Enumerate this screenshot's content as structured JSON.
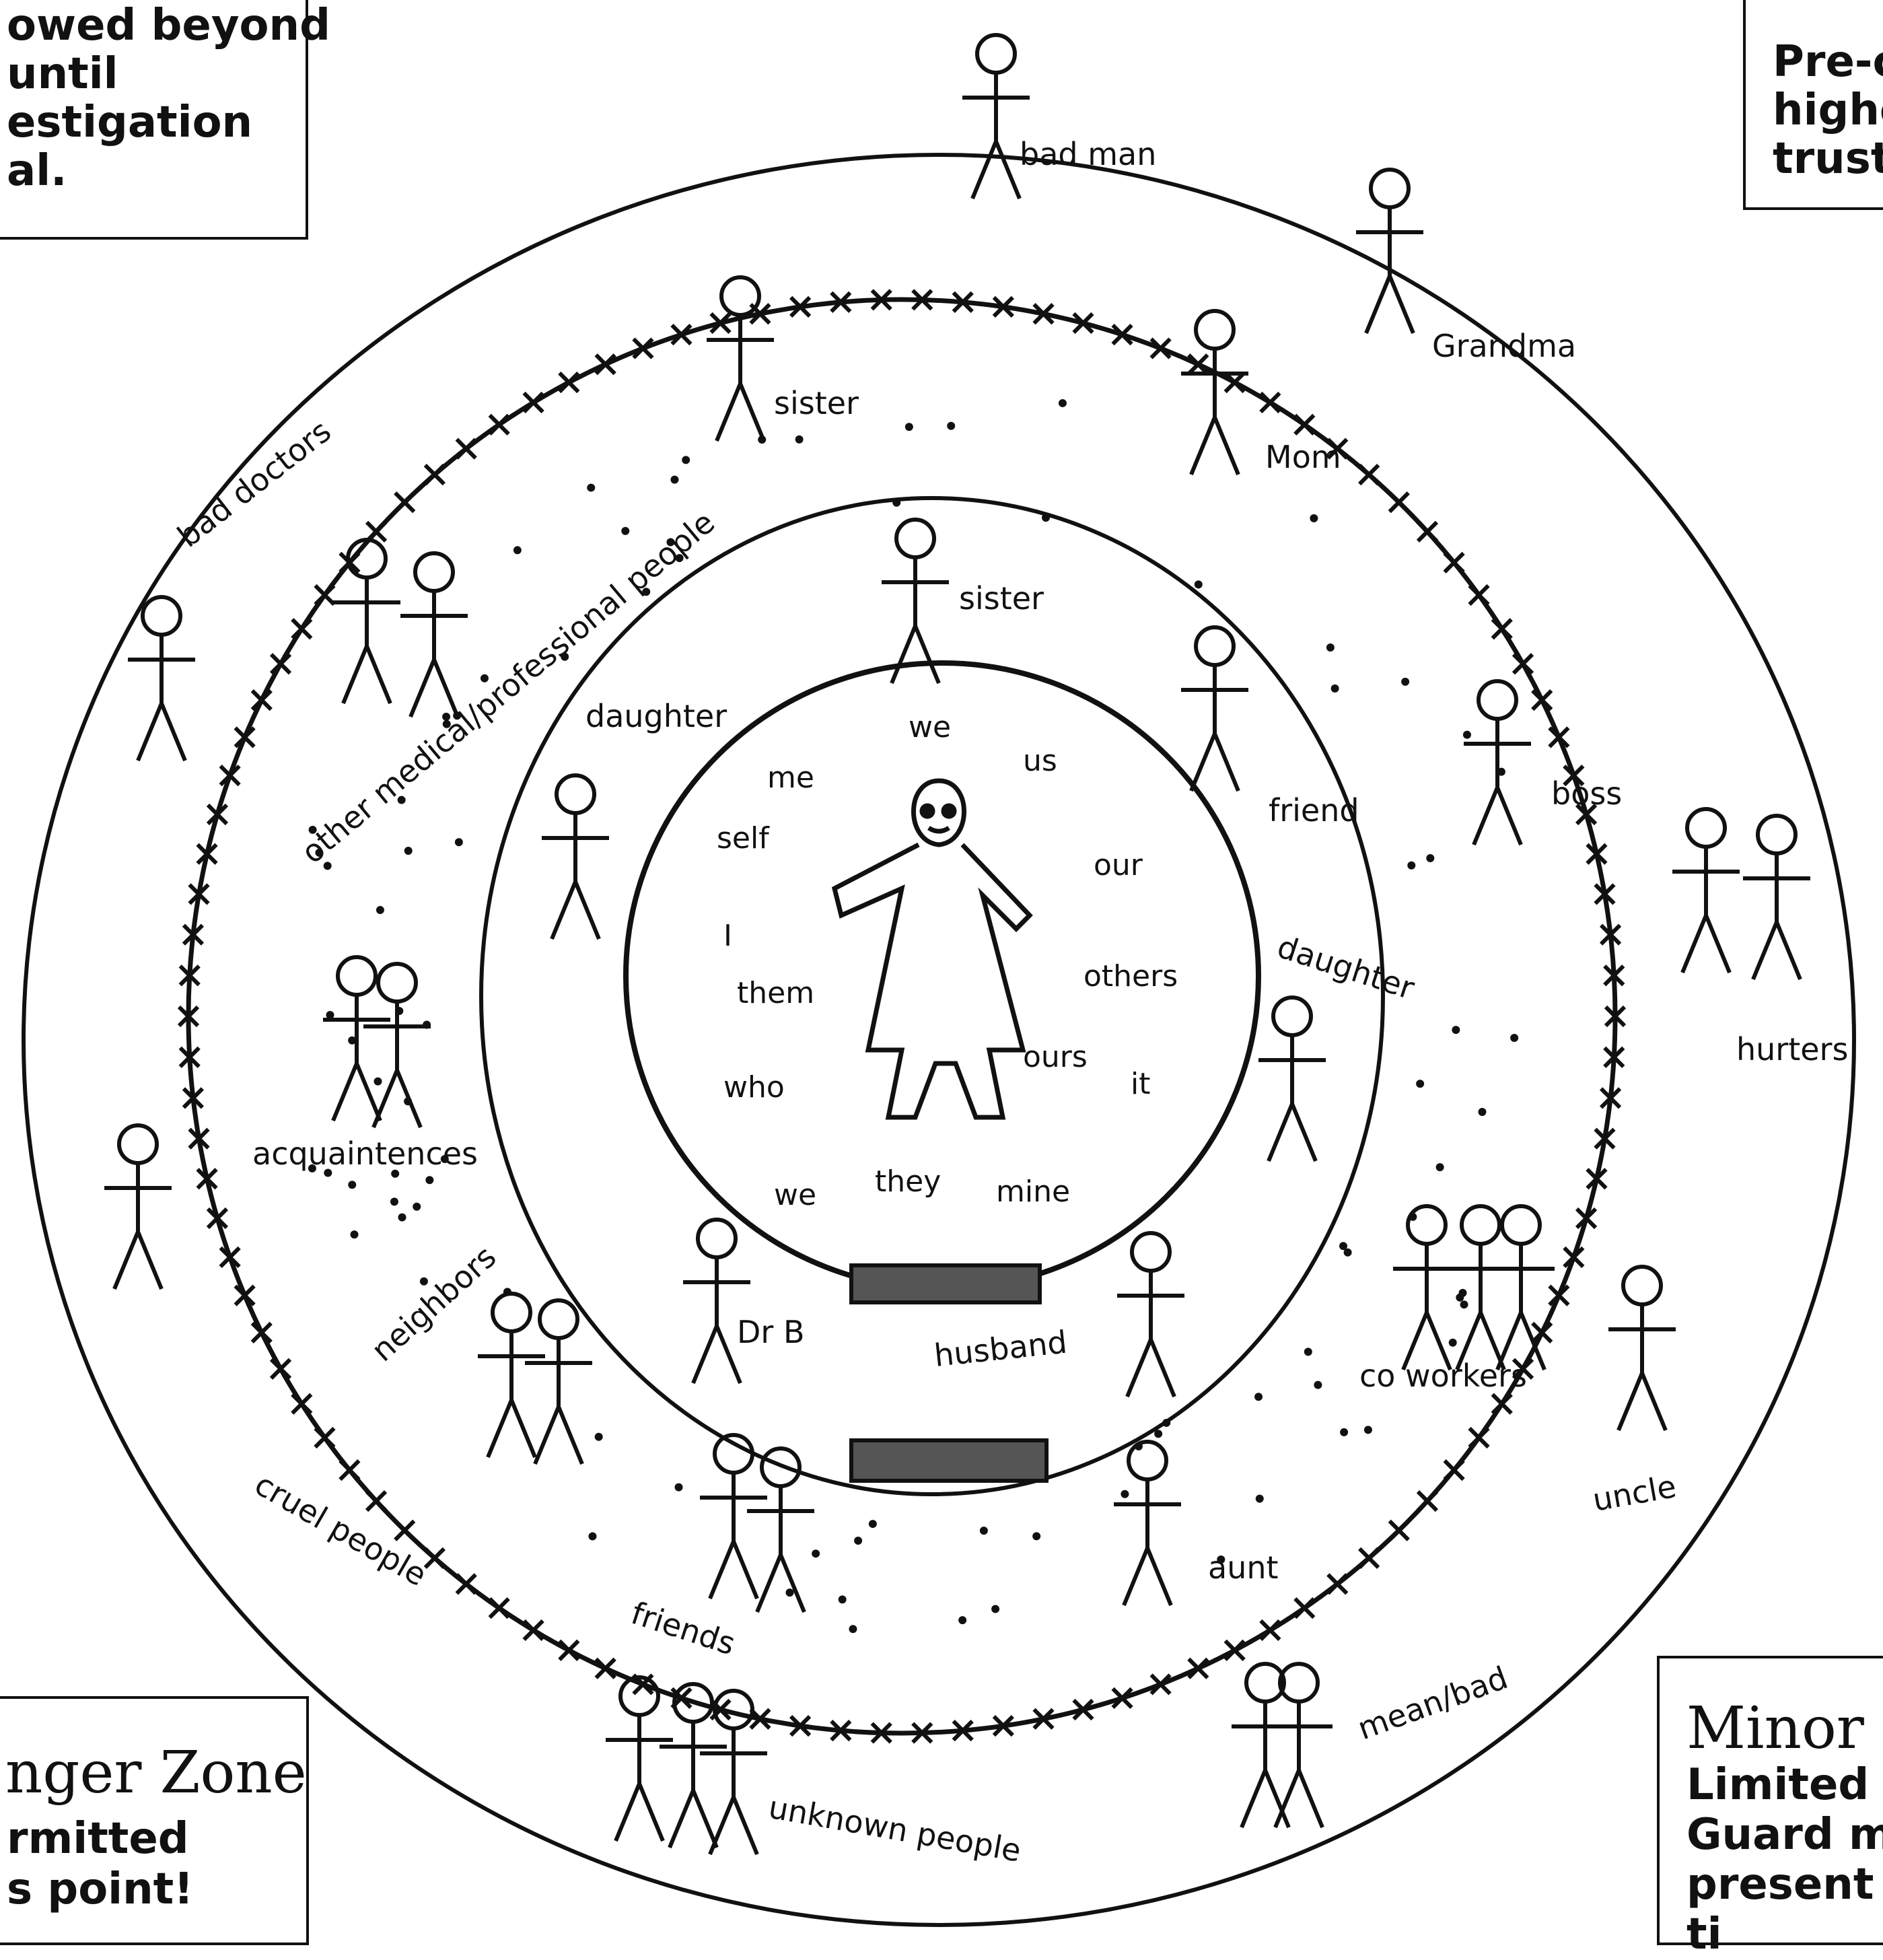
{
  "colors": {
    "ink": "#111111",
    "background": "#ffffff"
  },
  "corner_boxes": {
    "top_left": {
      "lines": [
        "owed beyond",
        "until",
        "estigation",
        "al."
      ]
    },
    "top_right": {
      "lines": [
        "Pre-c",
        "highe",
        "trust"
      ]
    },
    "bottom_left": {
      "title": "nger Zone",
      "lines": [
        "rmitted",
        "s point!"
      ]
    },
    "bottom_right": {
      "title": "Minor D",
      "lines": [
        "Limited A",
        "Guard m",
        "present a",
        "ti"
      ]
    }
  },
  "labels": {
    "bad_man": "bad man",
    "grandma": "Grandma",
    "sister_outer": "sister",
    "mom": "Mom",
    "bad_doctors": "bad doctors",
    "other_medical": "other medical/professional people",
    "sister_inner": "sister",
    "daughter_left": "daughter",
    "friend": "friend",
    "boss": "boss",
    "daughter_right": "daughter",
    "hurters": "hurters",
    "acquaintences": "acquaintences",
    "neighbors": "neighbors",
    "dr_b": "Dr B",
    "husband": "husband",
    "co_workers": "co workers",
    "uncle": "uncle",
    "cruel_people": "cruel people",
    "friends": "friends",
    "aunt": "aunt",
    "mean_bad": "mean/bad",
    "unknown_people": "unknown people"
  },
  "center_words": {
    "we_top": "we",
    "us": "us",
    "me": "me",
    "self": "self",
    "our": "our",
    "i": "I",
    "them": "them",
    "others": "others",
    "ours": "ours",
    "it": "it",
    "who": "who",
    "we_bottom": "we",
    "they": "they",
    "mine": "mine"
  }
}
